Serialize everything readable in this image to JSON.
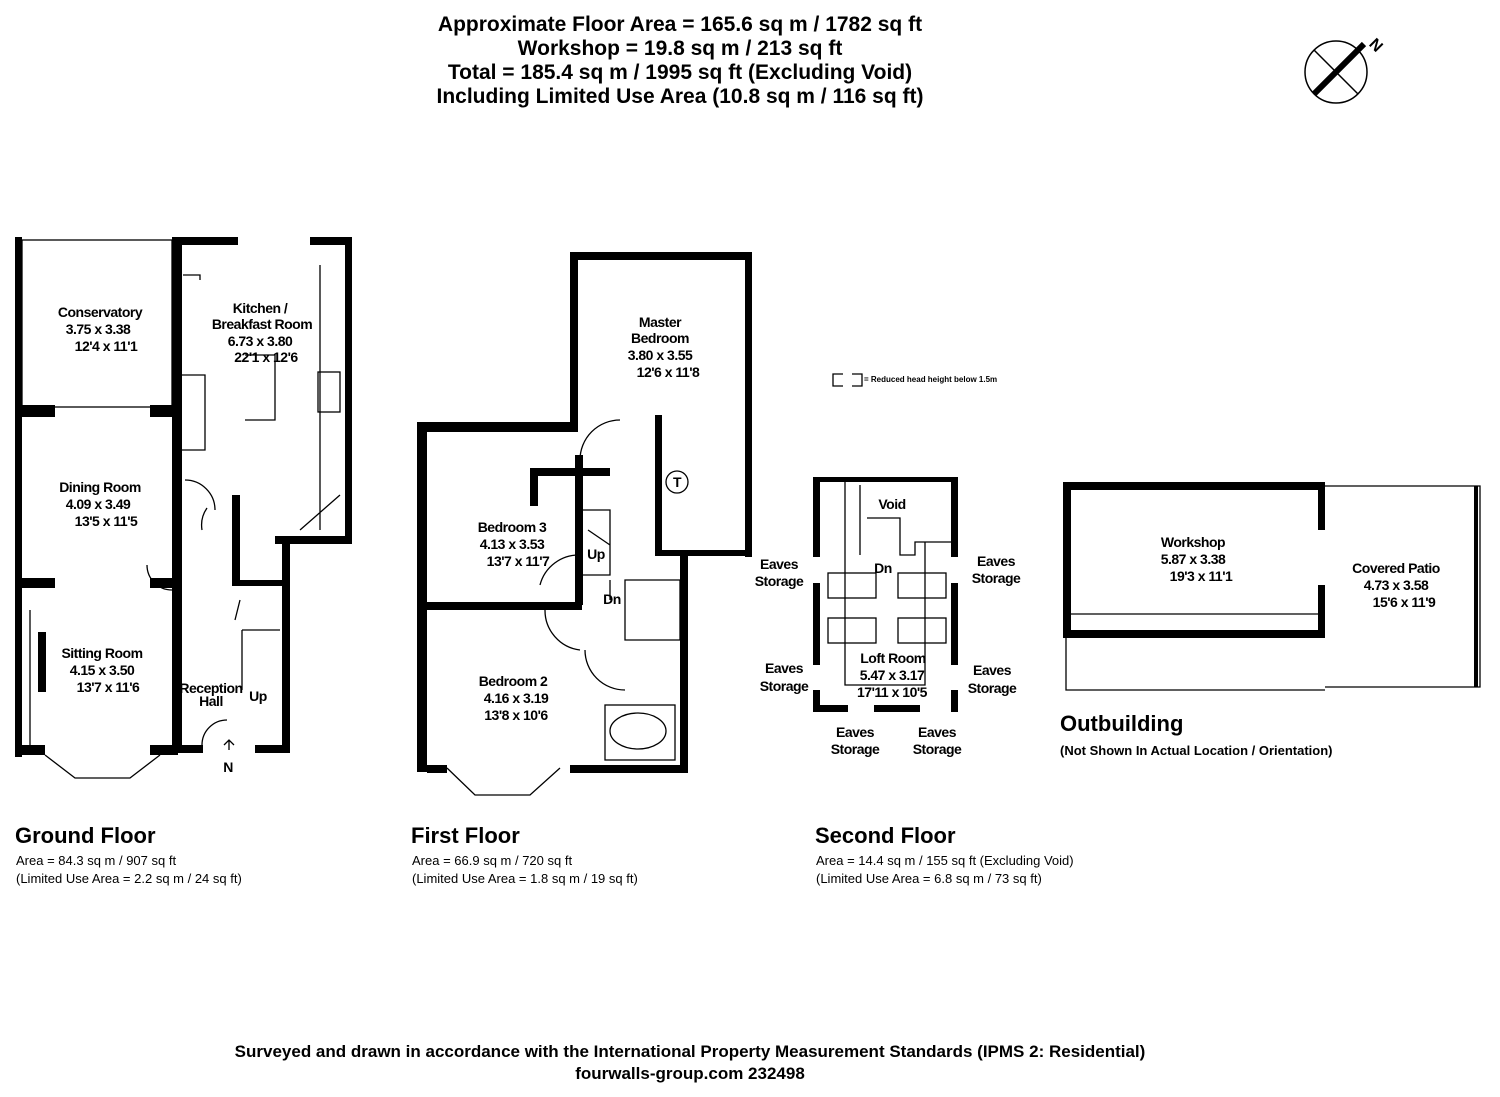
{
  "header": {
    "line1": "Approximate Floor Area = 165.6 sq m / 1782 sq ft",
    "line2": "Workshop = 19.8 sq m / 213 sq ft",
    "line3": "Total = 185.4 sq m / 1995 sq ft (Excluding Void)",
    "line4": "Including Limited Use Area (10.8 sq m / 116 sq ft)"
  },
  "compass": {
    "label": "N",
    "icon": "north-arrow-icon"
  },
  "legend": {
    "text": "= Reduced head height below 1.5m"
  },
  "ground_floor": {
    "title": "Ground Floor",
    "area": "Area = 84.3 sq m / 907 sq ft",
    "limited": "(Limited Use Area = 2.2 sq m / 24 sq ft)",
    "entrance": "N",
    "rooms": {
      "conservatory": {
        "name": "Conservatory",
        "metric": "3.75 x 3.38",
        "imperial": "12'4 x 11'1"
      },
      "kitchen": {
        "name1": "Kitchen /",
        "name2": "Breakfast Room",
        "metric": "6.73 x 3.80",
        "imperial": "22'1 x 12'6"
      },
      "dining": {
        "name": "Dining Room",
        "metric": "4.09 x 3.49",
        "imperial": "13'5 x 11'5"
      },
      "sitting": {
        "name": "Sitting Room",
        "metric": "4.15 x 3.50",
        "imperial": "13'7 x 11'6"
      },
      "hall": {
        "name1": "Reception",
        "name2": "Hall",
        "stairs": "Up"
      }
    }
  },
  "first_floor": {
    "title": "First Floor",
    "area": "Area = 66.9 sq m / 720 sq ft",
    "limited": "(Limited Use Area = 1.8 sq m / 19 sq ft)",
    "rooms": {
      "master": {
        "name1": "Master",
        "name2": "Bedroom",
        "metric": "3.80 x 3.55",
        "imperial": "12'6 x 11'8"
      },
      "bedroom3": {
        "name": "Bedroom 3",
        "metric": "4.13 x 3.53",
        "imperial": "13'7 x 11'7"
      },
      "bedroom2": {
        "name": "Bedroom 2",
        "metric": "4.16 x 3.19",
        "imperial": "13'8 x 10'6"
      },
      "stairs_up": "Up",
      "stairs_down": "Dn",
      "tank": "T"
    }
  },
  "second_floor": {
    "title": "Second Floor",
    "area": "Area = 14.4 sq m / 155 sq ft (Excluding Void)",
    "limited": "(Limited Use Area = 6.8 sq m / 73 sq ft)",
    "rooms": {
      "void": "Void",
      "stairs_down": "Dn",
      "loft": {
        "name": "Loft Room",
        "metric": "5.47 x 3.17",
        "imperial": "17'11 x 10'5"
      },
      "eaves1": "Eaves",
      "eaves2": "Storage"
    }
  },
  "outbuilding": {
    "title": "Outbuilding",
    "note": "(Not Shown In Actual Location / Orientation)",
    "workshop": {
      "name": "Workshop",
      "metric": "5.87 x 3.38",
      "imperial": "19'3 x 11'1"
    },
    "patio": {
      "name": "Covered Patio",
      "metric": "4.73 x 3.58",
      "imperial": "15'6 x 11'9"
    }
  },
  "footer": {
    "line1": "Surveyed and drawn in accordance with the International Property Measurement Standards (IPMS 2: Residential)",
    "line2": "fourwalls-group.com 232498"
  }
}
